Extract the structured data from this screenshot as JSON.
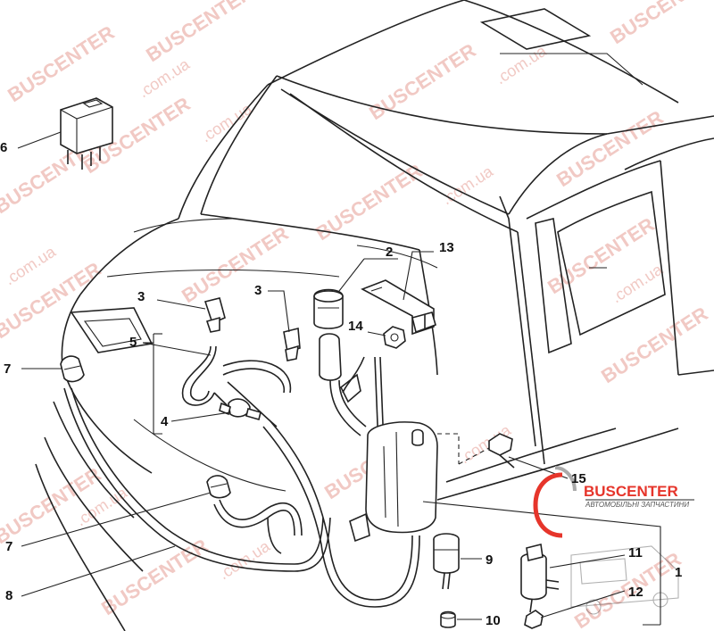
{
  "watermark": {
    "brand": "BUSCENTER",
    "domain": ".com.ua"
  },
  "logo": {
    "name": "BUSCENTER",
    "tagline": "АВТОМОБІЛЬНІ ЗАПЧАСТИНИ"
  },
  "callouts": {
    "c1": "1",
    "c2": "2",
    "c3a": "3",
    "c3b": "3",
    "c4": "4",
    "c5": "5",
    "c6": "6",
    "c7a": "7",
    "c7b": "7",
    "c8": "8",
    "c9": "9",
    "c10": "10",
    "c11": "11",
    "c12": "12",
    "c13": "13",
    "c14": "14",
    "c15": "15"
  },
  "colors": {
    "line": "#222222",
    "watermark": "#f1c9c4",
    "logo_red": "#e6352b"
  }
}
